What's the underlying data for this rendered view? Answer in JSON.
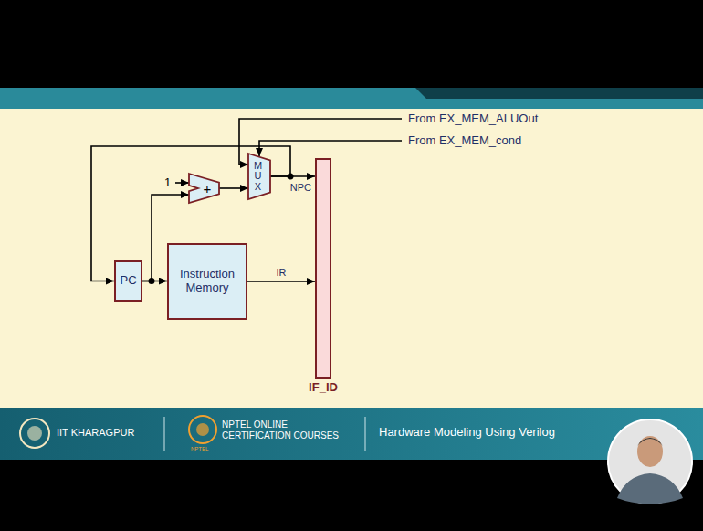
{
  "diagram": {
    "nodes": [
      {
        "text": [
          "PC"
        ]
      },
      {
        "text": [
          "Instruction Memory"
        ]
      },
      {
        "text": [
          "+"
        ]
      },
      {
        "text": [
          "M U X"
        ]
      },
      {
        "text": [
          "IF_ID"
        ]
      }
    ],
    "edges": [
      {
        "from": 0,
        "to": 1,
        "arrow": "to"
      },
      {
        "from": 0,
        "to": 2,
        "arrow": "to"
      },
      {
        "from": 2,
        "to": 3,
        "arrow": "to"
      },
      {
        "from": 3,
        "to": 4,
        "label": "NPC",
        "arrow": "to"
      },
      {
        "from": 1,
        "to": 4,
        "label": "IR",
        "arrow": "to"
      },
      {
        "from": 3,
        "to": 0,
        "arrow": "to"
      }
    ],
    "labels": [
      "1",
      "From EX_MEM_ALUOut",
      "From EX_MEM_cond",
      "IIT KHARAGPUR",
      "NPTEL ONLINE CERTIFICATION COURSES",
      "NPTEL",
      "Hardware Modeling Using Verilog"
    ]
  }
}
